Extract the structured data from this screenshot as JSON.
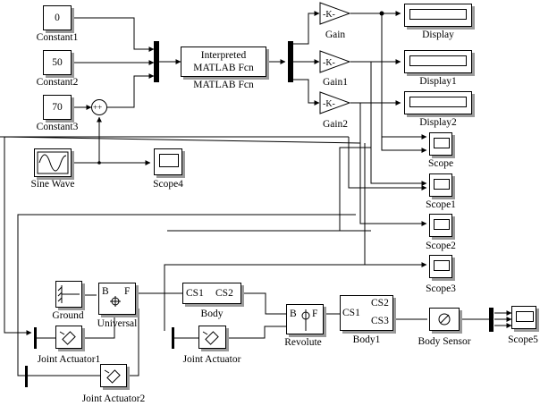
{
  "blocks": {
    "constant1": {
      "value": "0",
      "label": "Constant1"
    },
    "constant2": {
      "value": "50",
      "label": "Constant2"
    },
    "constant3": {
      "value": "70",
      "label": "Constant3"
    },
    "sum": {
      "signs": "++"
    },
    "sine_wave": {
      "label": "Sine Wave"
    },
    "scope4": {
      "label": "Scope4"
    },
    "fcn": {
      "line1": "Interpreted",
      "line2": "MATLAB Fcn",
      "label": "MATLAB Fcn"
    },
    "gain": {
      "value": "-K-",
      "label": "Gain"
    },
    "gain1": {
      "value": "-K-",
      "label": "Gain1"
    },
    "gain2": {
      "value": "-K-",
      "label": "Gain2"
    },
    "display": {
      "label": "Display"
    },
    "display1": {
      "label": "Display1"
    },
    "display2": {
      "label": "Display2"
    },
    "scope": {
      "label": "Scope"
    },
    "scope1": {
      "label": "Scope1"
    },
    "scope2": {
      "label": "Scope2"
    },
    "scope3": {
      "label": "Scope3"
    },
    "scope5": {
      "label": "Scope5"
    },
    "ground": {
      "label": "Ground"
    },
    "universal": {
      "label": "Universal",
      "port_b": "B",
      "port_f": "F"
    },
    "body": {
      "label": "Body",
      "port_cs1": "CS1",
      "port_cs2": "CS2"
    },
    "revolute": {
      "label": "Revolute",
      "port_b": "B",
      "port_f": "F"
    },
    "body1": {
      "label": "Body1",
      "port_cs1": "CS1",
      "port_cs2": "CS2",
      "port_cs3": "CS3"
    },
    "body_sensor": {
      "label": "Body Sensor"
    },
    "joint_actuator": {
      "label": "Joint Actuator"
    },
    "joint_actuator1": {
      "label": "Joint Actuator1"
    },
    "joint_actuator2": {
      "label": "Joint Actuator2"
    }
  }
}
